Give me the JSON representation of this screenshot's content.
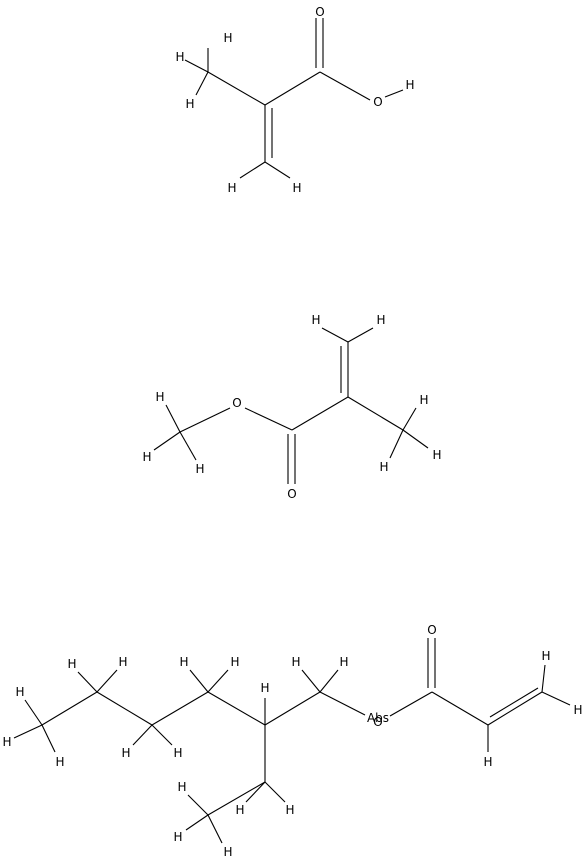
{
  "labels": {
    "H": "H",
    "O": "O",
    "abs": "Abs"
  },
  "colors": {
    "bond": "#000000",
    "text": "#000000",
    "background": "#ffffff"
  }
}
